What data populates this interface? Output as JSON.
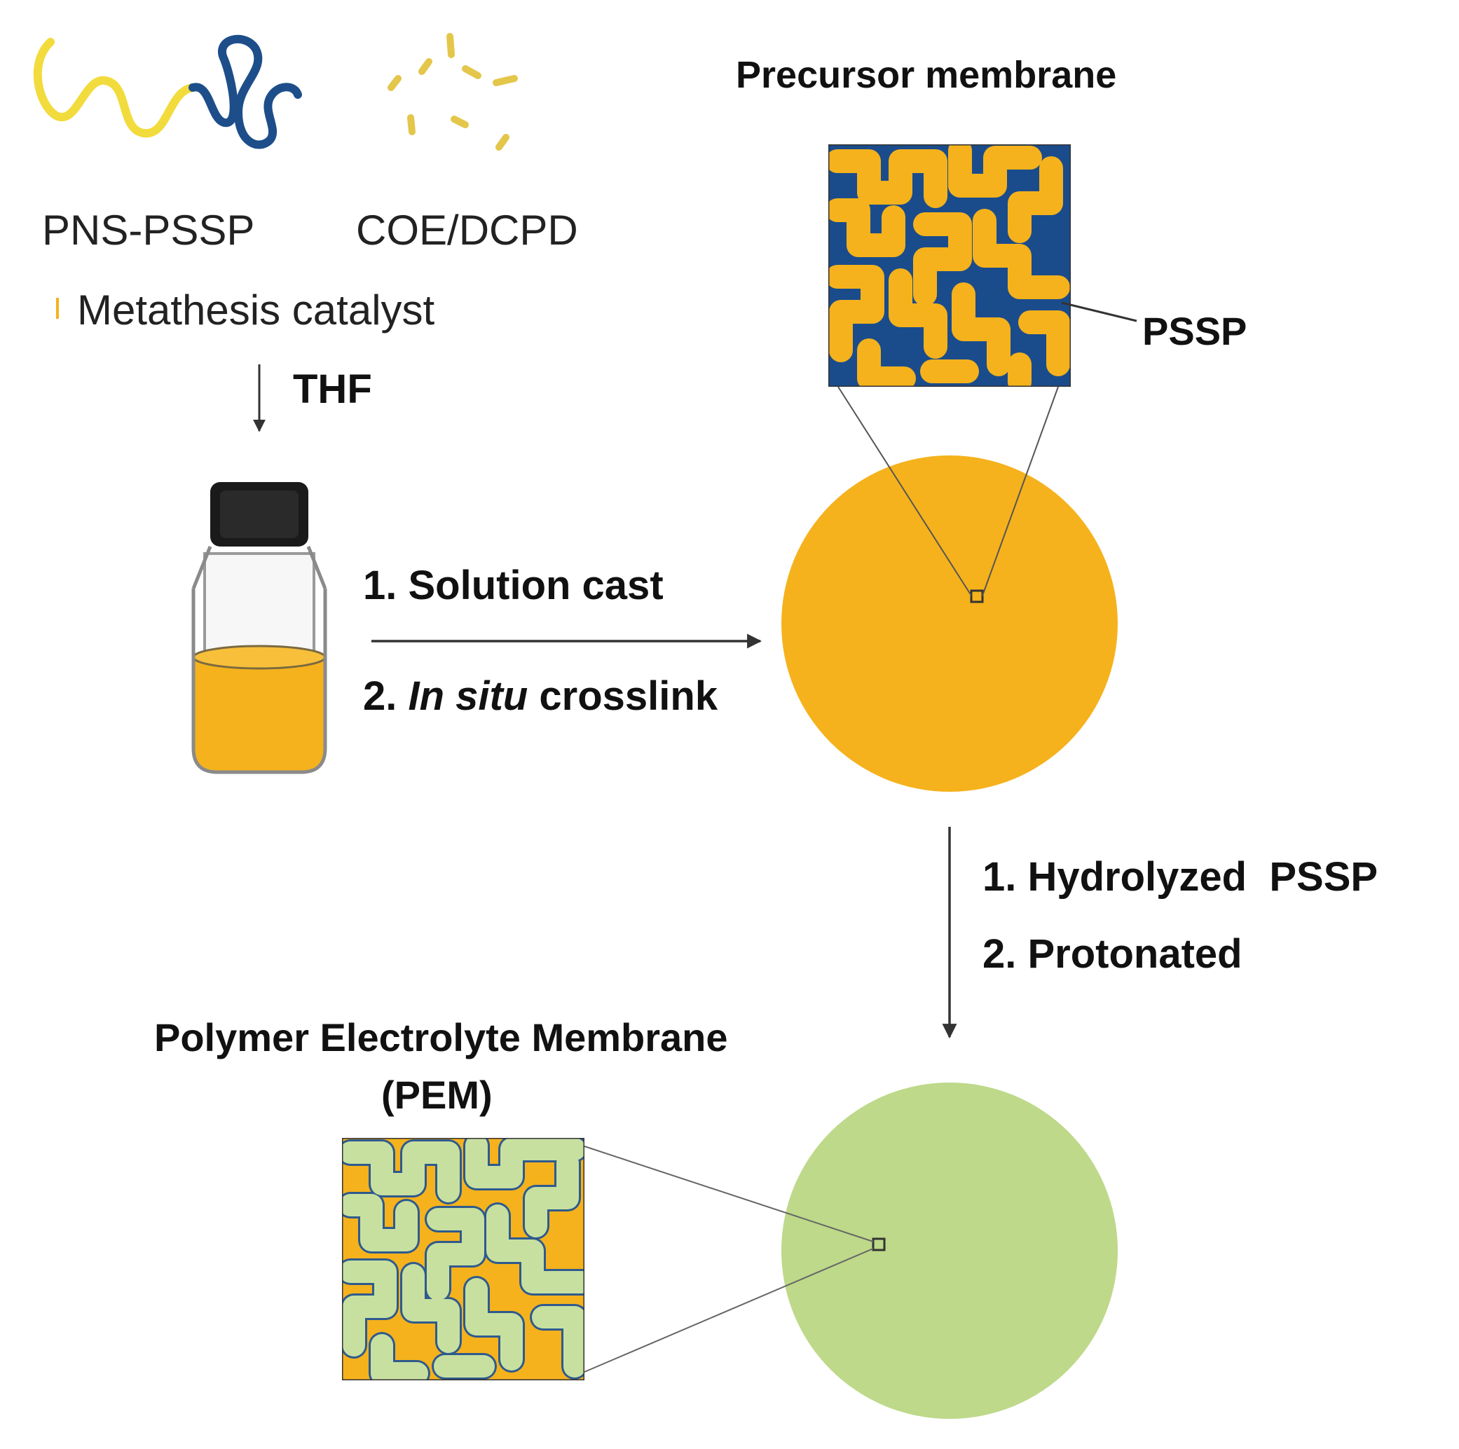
{
  "colors": {
    "gold": "#F5B21C",
    "blue": "#1A4C8C",
    "chain_yellow": "#F2DB3C",
    "chain_blue": "#1D4E8A",
    "green": "#BDD989",
    "green_light": "#C7E0A0",
    "vial_cap": "#1A1A1A",
    "arrow": "#333333"
  },
  "reagents": {
    "polymer_label": "PNS-PSSP",
    "monomer_label": "COE/DCPD",
    "catalyst_label": "Metathesis catalyst"
  },
  "steps": {
    "solvent": "THF",
    "cast_step1": "1. Solution cast",
    "cast_step2_prefix": "2. ",
    "cast_step2_italic": "In situ",
    "cast_step2_suffix": " crosslink",
    "hydro_step1": "1. Hydrolyzed  PSSP",
    "hydro_step2": "2. Protonated"
  },
  "membranes": {
    "precursor_title": "Precursor membrane",
    "pssp_label": "PSSP",
    "pem_title_line1": "Polymer Electrolyte Membrane",
    "pem_title_line2": "(PEM)"
  }
}
